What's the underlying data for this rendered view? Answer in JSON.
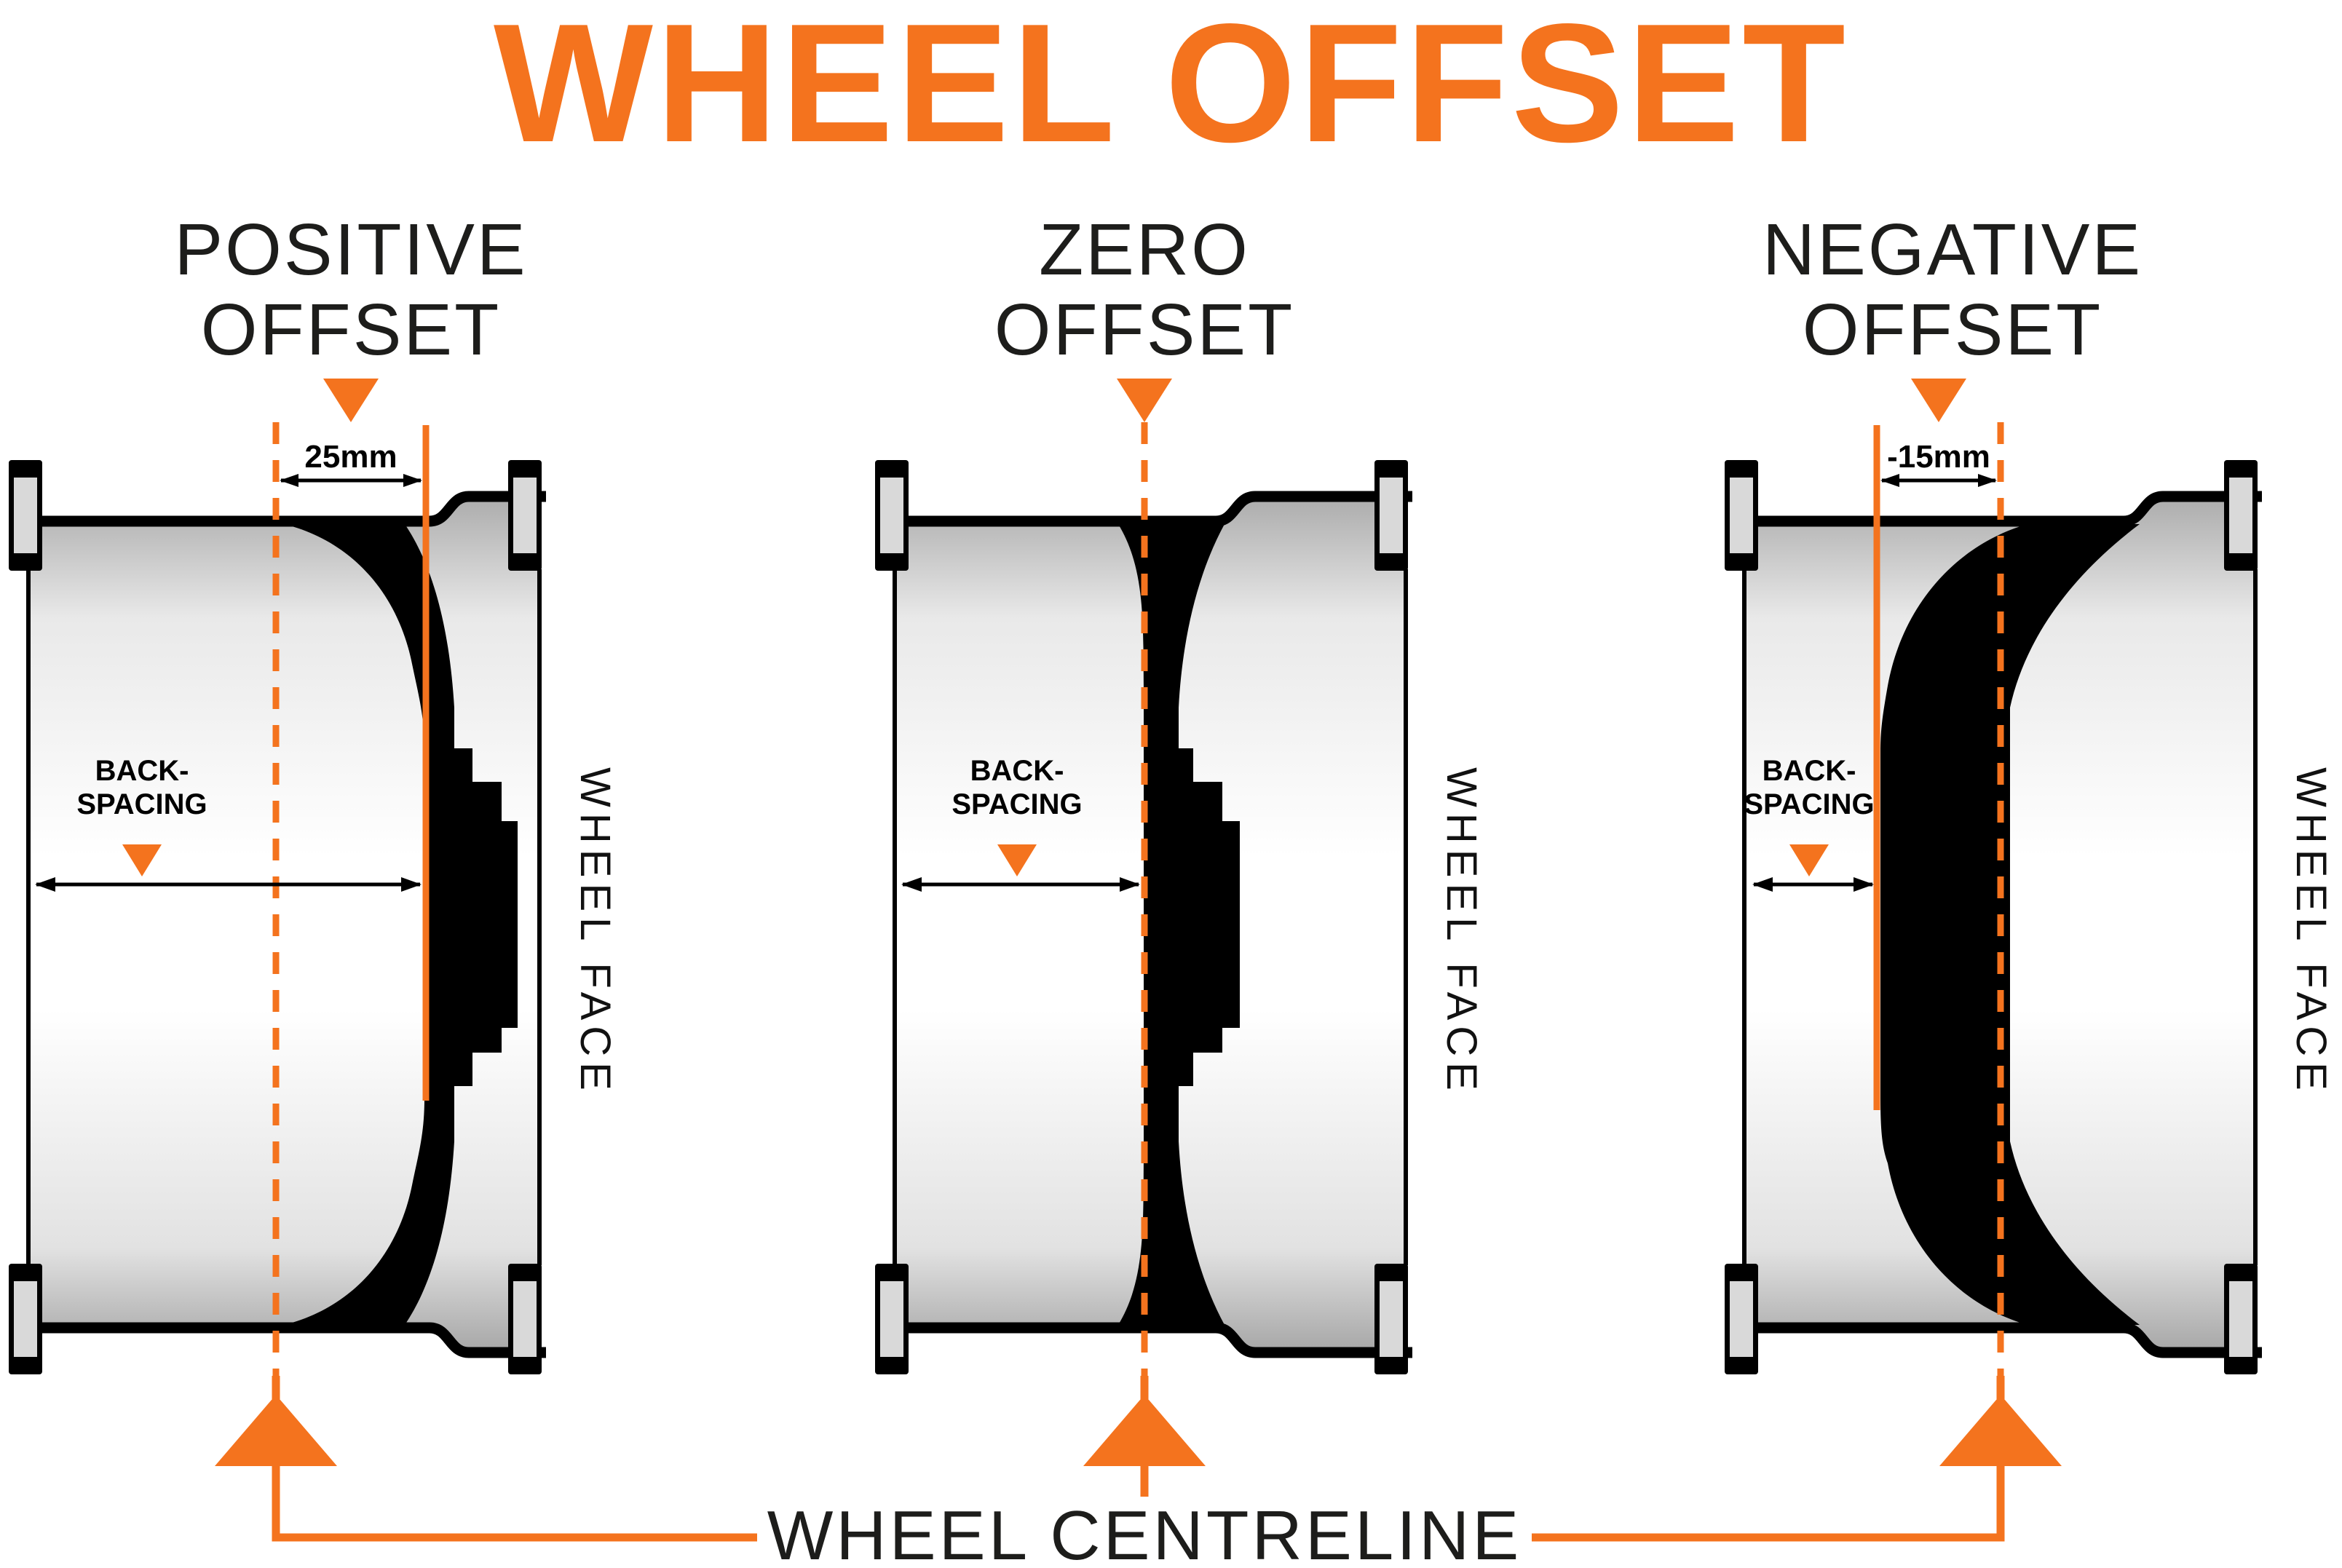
{
  "colors": {
    "accent": "#F4731E",
    "ink": "#1D1D1B"
  },
  "title": "WHEEL OFFSET",
  "footer": {
    "centreline_label": "WHEEL CENTRELINE"
  },
  "panels": [
    {
      "id": "positive",
      "heading_line1": "POSITIVE",
      "heading_line2": "OFFSET",
      "offset_measurement": "25mm",
      "backspacing_label_line1": "BACK-",
      "backspacing_label_line2": "SPACING",
      "wheel_face_label": "WHEEL FACE"
    },
    {
      "id": "zero",
      "heading_line1": "ZERO",
      "heading_line2": "OFFSET",
      "offset_measurement": "",
      "backspacing_label_line1": "BACK-",
      "backspacing_label_line2": "SPACING",
      "wheel_face_label": "WHEEL FACE"
    },
    {
      "id": "negative",
      "heading_line1": "NEGATIVE",
      "heading_line2": "OFFSET",
      "offset_measurement": "-15mm",
      "backspacing_label_line1": "BACK-",
      "backspacing_label_line2": "SPACING",
      "wheel_face_label": "WHEEL FACE"
    }
  ]
}
